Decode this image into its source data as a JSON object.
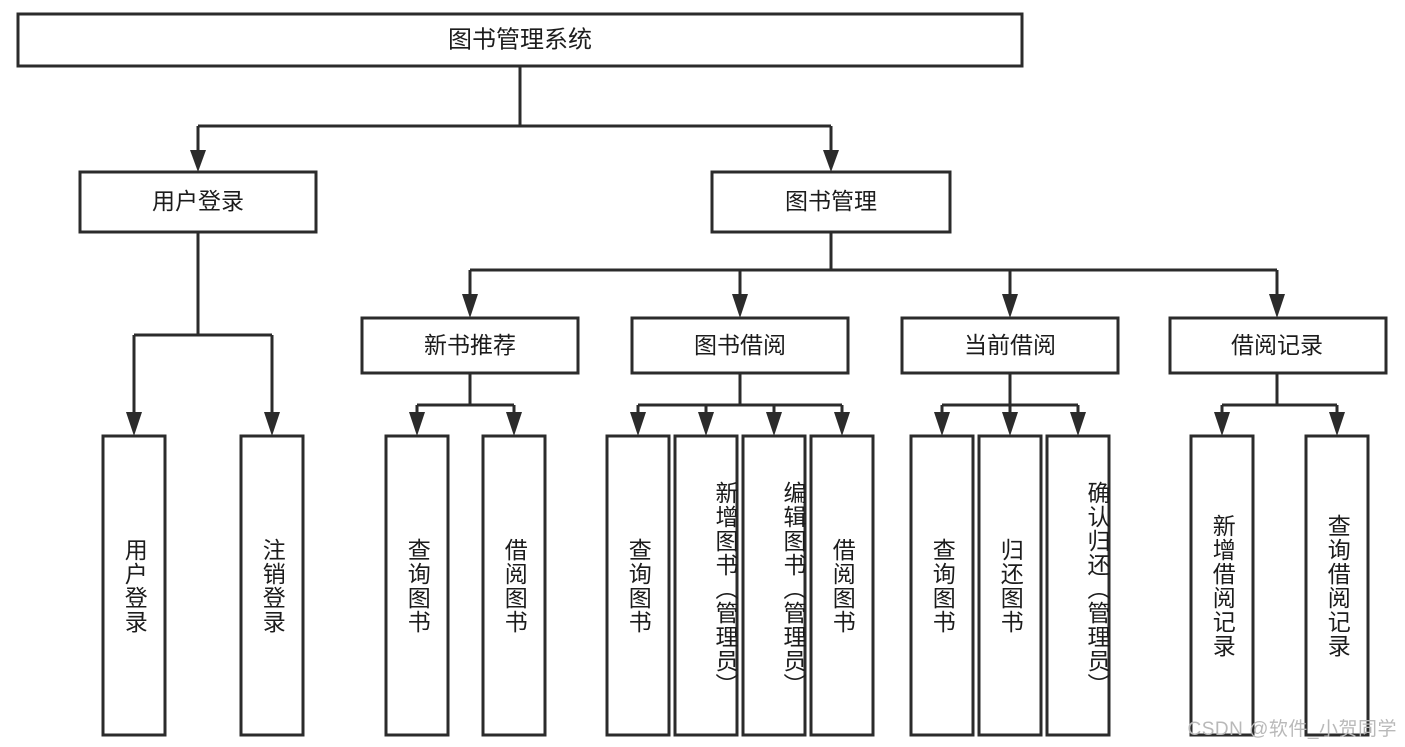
{
  "diagram": {
    "type": "hierarchy-tree",
    "title": "图书管理系统",
    "watermark": "CSDN @软件_小贺同学",
    "colors": {
      "box_stroke": "#2b2b2b",
      "box_fill": "#ffffff",
      "text": "#1c1c1c",
      "connector": "#2b2b2b",
      "watermark": "#b9b9b9",
      "background": "#ffffff"
    },
    "root": {
      "label": "图书管理系统"
    },
    "level2": [
      {
        "label": "用户登录"
      },
      {
        "label": "图书管理"
      }
    ],
    "level3": [
      {
        "label": "新书推荐"
      },
      {
        "label": "图书借阅"
      },
      {
        "label": "当前借阅"
      },
      {
        "label": "借阅记录"
      }
    ],
    "leaves": {
      "user_login": [
        {
          "label": "用户登录"
        },
        {
          "label": "注销登录"
        }
      ],
      "new_book_recommend": [
        {
          "label": "查询图书"
        },
        {
          "label": "借阅图书"
        }
      ],
      "book_borrow": [
        {
          "label": "查询图书"
        },
        {
          "label": "新增图书（管理员）"
        },
        {
          "label": "编辑图书（管理员）"
        },
        {
          "label": "借阅图书"
        }
      ],
      "current_borrow": [
        {
          "label": "查询图书"
        },
        {
          "label": "归还图书"
        },
        {
          "label": "确认归还（管理员）"
        }
      ],
      "borrow_record": [
        {
          "label": "新增借阅记录"
        },
        {
          "label": "查询借阅记录"
        }
      ]
    }
  }
}
